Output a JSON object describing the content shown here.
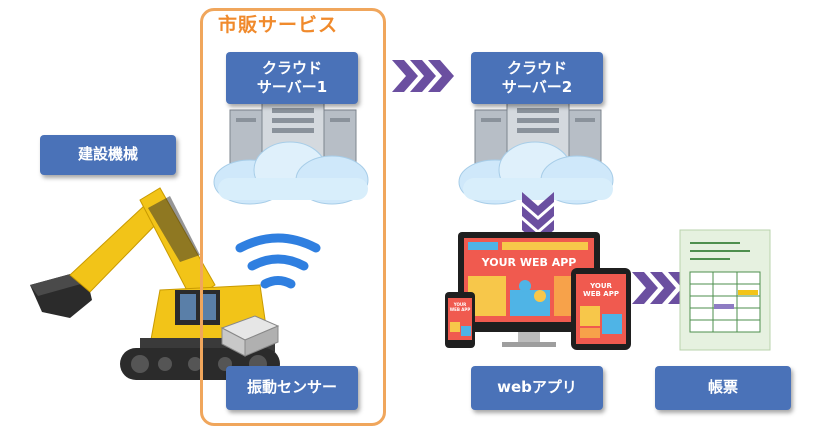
{
  "market_service": {
    "title": "市販サービス"
  },
  "nodes": {
    "construction_machine": "建設機械",
    "cloud_server_1": "クラウド\nサーバー1",
    "cloud_server_2": "クラウド\nサーバー2",
    "vibration_sensor": "振動センサー",
    "web_app": "webアプリ",
    "report": "帳票"
  },
  "devices": {
    "monitor_text": "YOUR WEB APP",
    "tablet_text": "YOUR\nWEB APP",
    "phone_text": "YOUR\nWEB APP"
  },
  "colors": {
    "label_box": "#4a72b8",
    "frame": "#f0a65c",
    "arrow": "#6b4fa0",
    "excavator": "#f2c418"
  }
}
